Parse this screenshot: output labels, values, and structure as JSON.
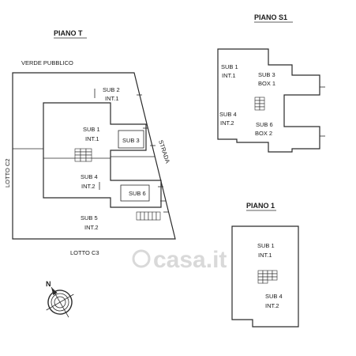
{
  "piano_t": {
    "title": "PIANO T",
    "verde": "VERDE PUBBLICO",
    "lotto_c2": "LOTTO C2",
    "lotto_c3": "LOTTO C3",
    "strada": "STRADA",
    "sub2": "SUB 2",
    "sub2_int": "INT.1",
    "sub1": "SUB 1",
    "sub1_int": "INT.1",
    "sub3": "SUB 3",
    "sub4": "SUB 4",
    "sub4_int": "INT.2",
    "sub6": "SUB 6",
    "sub5": "SUB 5",
    "sub5_int": "INT.2"
  },
  "piano_s1": {
    "title": "PIANO S1",
    "sub1": "SUB 1",
    "sub1_int": "INT.1",
    "sub3": "SUB 3",
    "sub3_box": "BOX 1",
    "sub4": "SUB 4",
    "sub4_int": "INT.2",
    "sub6": "SUB 6",
    "sub6_box": "BOX 2"
  },
  "piano_1": {
    "title": "PIANO 1",
    "sub1": "SUB 1",
    "sub1_int": "INT.1",
    "sub4": "SUB 4",
    "sub4_int": "INT.2"
  },
  "compass": {
    "north": "N"
  },
  "watermark": "casa.it"
}
